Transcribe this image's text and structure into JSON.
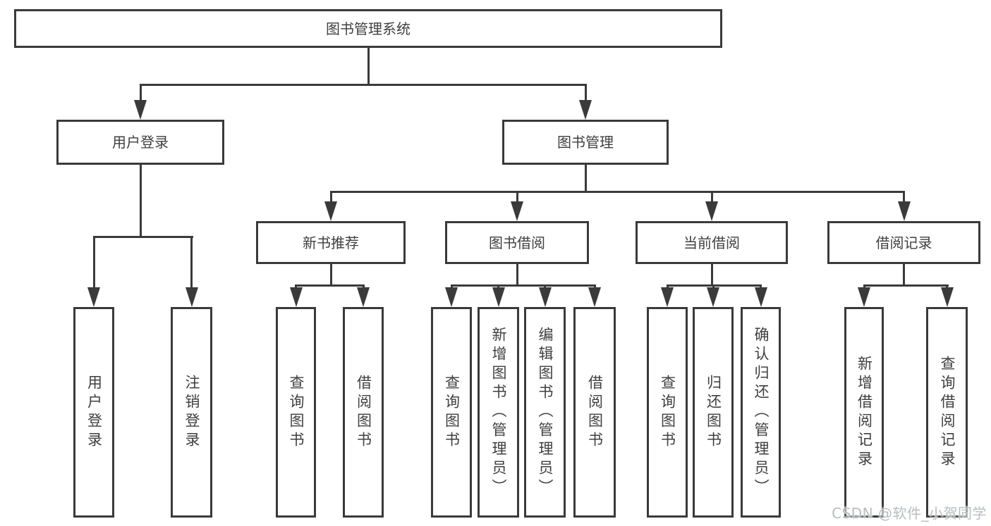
{
  "nodes": {
    "root": "图书管理系统",
    "user_login": "用户登录",
    "book_management": "图书管理",
    "new_book_recommend": "新书推荐",
    "book_borrowing": "图书借阅",
    "current_borrowing": "当前借阅",
    "borrowing_records": "借阅记录",
    "leaves": {
      "user_login": "用户登录",
      "logout": "注销登录",
      "nb_query_books": "查询图书",
      "nb_borrow_books": "借阅图书",
      "bb_query_books": "查询图书",
      "bb_add_books_admin": "新增图书（管理员）",
      "bb_edit_books_admin": "编辑图书（管理员）",
      "bb_borrow_books": "借阅图书",
      "cb_query_books": "查询图书",
      "cb_return_books": "归还图书",
      "cb_confirm_return_admin": "确认归还（管理员）",
      "br_add_record": "新增借阅记录",
      "br_query_record": "查询借阅记录"
    }
  },
  "watermark": "CSDN @软件_小贺同学",
  "colors": {
    "line": "#3a3a3a",
    "text": "#3f3f3f",
    "watermark": "#b9bcc2",
    "background": "#ffffff"
  }
}
